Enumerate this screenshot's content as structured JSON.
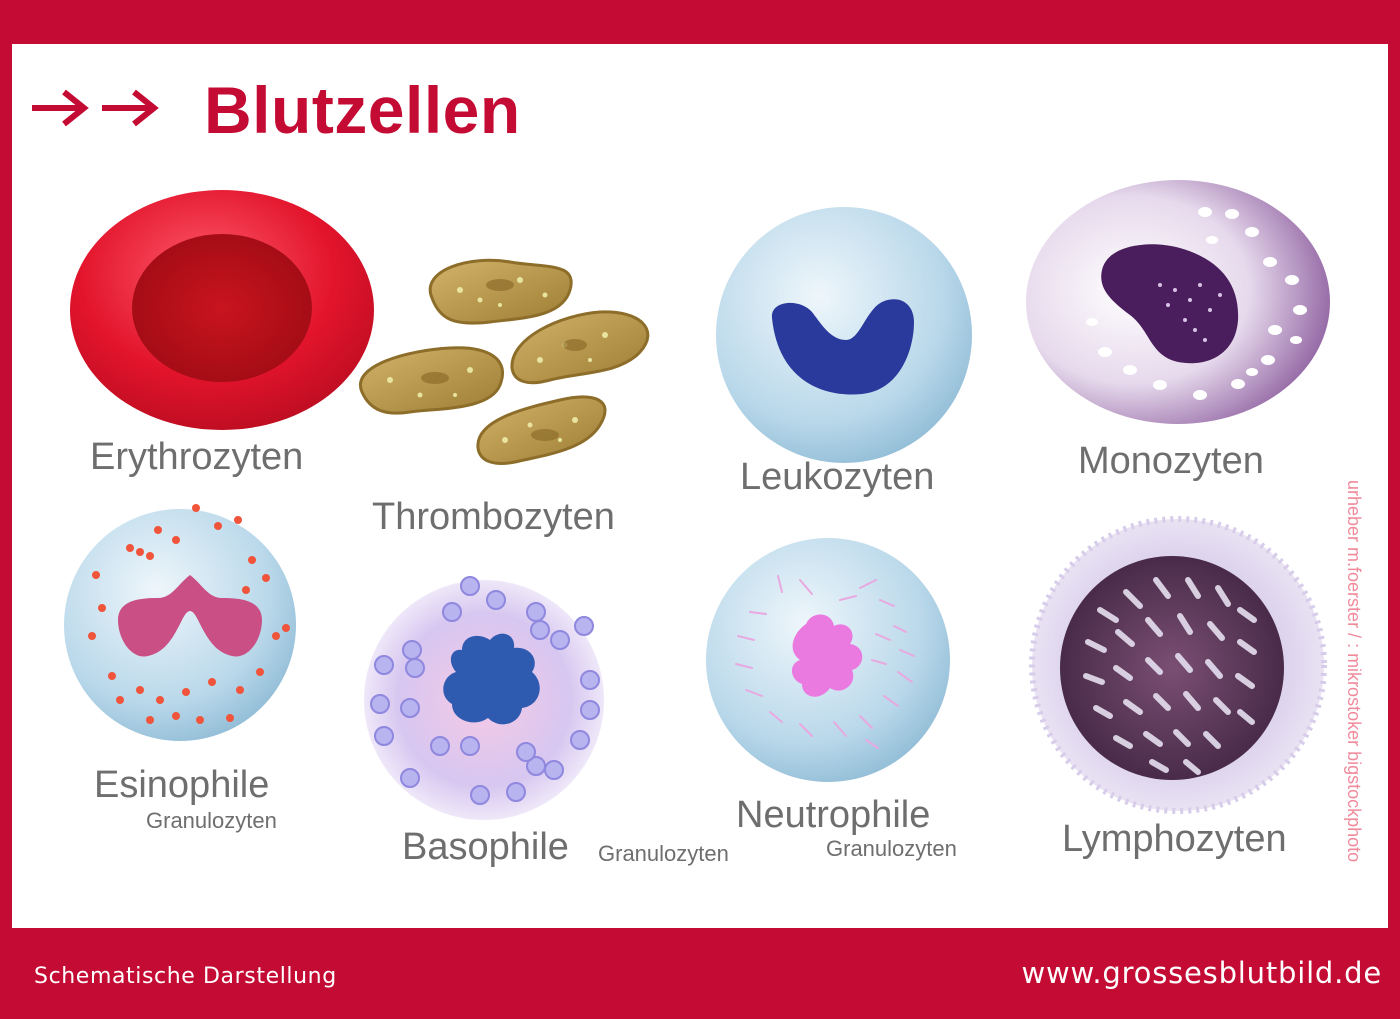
{
  "header": {
    "title": "Blutzellen",
    "arrow_icons": [
      "arrow-right-icon",
      "arrow-right-icon"
    ]
  },
  "cells": {
    "erythrozyten": {
      "label": "Erythrozyten"
    },
    "thrombozyten": {
      "label": "Thrombozyten"
    },
    "leukozyten": {
      "label": "Leukozyten"
    },
    "monozyten": {
      "label": "Monozyten"
    },
    "esinophile": {
      "label": "Esinophile",
      "sub": "Granulozyten"
    },
    "basophile": {
      "label": "Basophile",
      "sub": "Granulozyten"
    },
    "neutrophile": {
      "label": "Neutrophile",
      "sub": "Granulozyten"
    },
    "lymphozyten": {
      "label": "Lymphozyten"
    }
  },
  "credit": "urheber m.foerster / : mikrostoker bigstockphoto",
  "footer": {
    "left": "Schematische Darstellung",
    "right": "www.grossesblutbild.de"
  },
  "colors": {
    "brand_red": "#c40b33",
    "label_gray": "#6e6e6e",
    "credit_pink": "#f08a9b"
  }
}
